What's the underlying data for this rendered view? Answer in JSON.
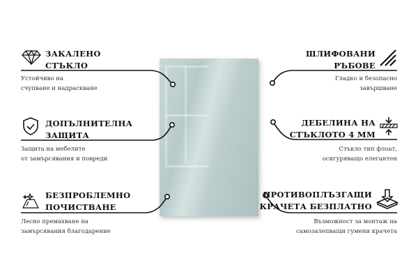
{
  "features_left": [
    {
      "title": [
        "ЗАКАЛЕНО",
        "СТЪКЛО"
      ],
      "desc": [
        "Устойчиво на",
        "счупване и надраскване"
      ],
      "icon": "diamond-icon"
    },
    {
      "title": [
        "ДОПЪЛНИТЕЛНА",
        "ЗАЩИТА"
      ],
      "desc": [
        "Защита на мебелите",
        "от замърсявания и повреди"
      ],
      "icon": "shield-check-icon"
    },
    {
      "title": [
        "БЕЗПРОБЛЕМНО",
        "ПОЧИСТВАНЕ"
      ],
      "desc": [
        "Лесно премахване на",
        "замърсявания благодарение"
      ],
      "icon": "sparkle-clean-icon"
    }
  ],
  "features_right": [
    {
      "title": [
        "ШЛИФОВАНИ",
        "РЪБОВЕ"
      ],
      "desc": [
        "Гладко и безопасно",
        "завършване"
      ],
      "icon": "polished-edge-icon"
    },
    {
      "title": [
        "ДЕБЕЛИНА НА",
        "СТЪКЛОТО 4 ММ"
      ],
      "desc": [
        "Стъкло тип флоат,",
        "осигуряващо елегантен"
      ],
      "icon": "thickness-icon"
    },
    {
      "title": [
        "ПРОТИВОПЛЪЗГАЩИ",
        "КРАЧЕТА БЕЗПЛАТНО"
      ],
      "desc": [
        "Възможност за монтаж на",
        "самозалепващи гумени крачета"
      ],
      "icon": "anti-slip-feet-icon"
    }
  ]
}
